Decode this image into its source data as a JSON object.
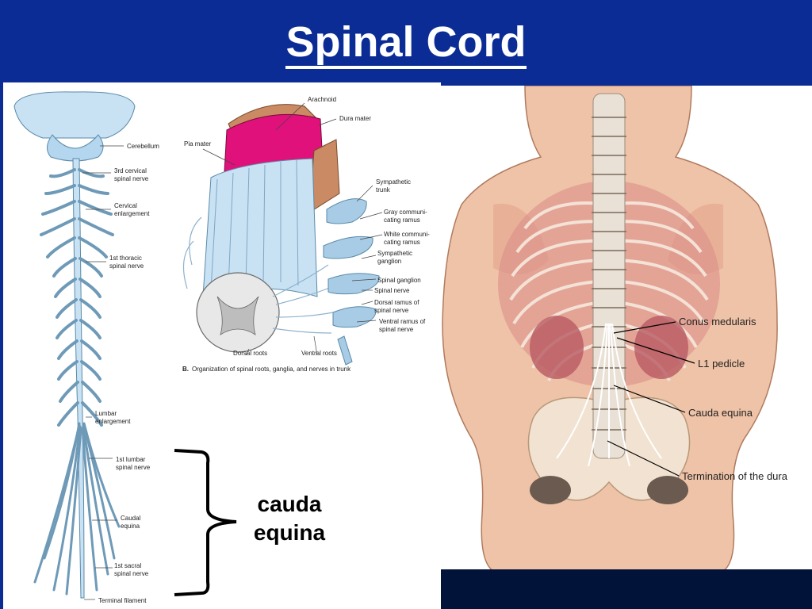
{
  "slide": {
    "title": "Spinal Cord",
    "bracket_label_line1": "cauda",
    "bracket_label_line2": "equina"
  },
  "figure_a": {
    "labels": {
      "cerebellum": "Cerebellum",
      "cervical_nerve_1": "3rd cervical",
      "cervical_nerve_2": "spinal nerve",
      "cervical_enl_1": "Cervical",
      "cervical_enl_2": "enlargement",
      "thoracic_1": "1st thoracic",
      "thoracic_2": "spinal nerve",
      "lumbar_enl_1": "Lumbar",
      "lumbar_enl_2": "enlargement",
      "lumbar_nerve_1": "1st lumbar",
      "lumbar_nerve_2": "spinal nerve",
      "caudal_1": "Caudal",
      "caudal_2": "equina",
      "sacral_1": "1st sacral",
      "sacral_2": "spinal nerve",
      "terminal": "Terminal filament"
    }
  },
  "figure_b": {
    "labels": {
      "arachnoid": "Arachnoid",
      "dura": "Dura mater",
      "pia": "Pia mater",
      "symp_trunk_1": "Sympathetic",
      "symp_trunk_2": "trunk",
      "gray_1": "Gray communi-",
      "gray_2": "cating ramus",
      "white_1": "White communi-",
      "white_2": "cating ramus",
      "symp_gang_1": "Sympathetic",
      "symp_gang_2": "ganglion",
      "spinal_ganglion": "Spinal ganglion",
      "spinal_nerve": "Spinal nerve",
      "dorsal_ramus_1": "Dorsal ramus of",
      "dorsal_ramus_2": "spinal nerve",
      "ventral_ramus_1": "Ventral ramus of",
      "ventral_ramus_2": "spinal nerve",
      "dorsal_roots": "Dorsal roots",
      "ventral_roots": "Ventral roots",
      "caption_letter": "B.",
      "caption": "Organization of spinal roots, ganglia, and nerves in trunk"
    }
  },
  "figure_c": {
    "labels": {
      "conus": "Conus medularis",
      "l1": "L1 pedicle",
      "cauda": "Cauda equina",
      "termination": "Termination of the dura"
    }
  },
  "colors": {
    "background": "#0a2c94",
    "nerve_blue": "#c8e2f4",
    "dura_pink": "#e0117a",
    "skin": "#efc3a8"
  }
}
